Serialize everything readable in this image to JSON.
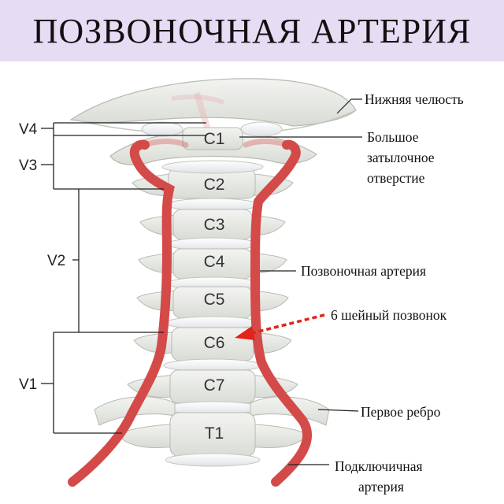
{
  "title": "ПОЗВОНОЧНАЯ АРТЕРИЯ",
  "vertebrae": [
    "C1",
    "C2",
    "C3",
    "C4",
    "C5",
    "C6",
    "C7",
    "T1"
  ],
  "segments": {
    "v4": "V4",
    "v3": "V3",
    "v2": "V2",
    "v1": "V1"
  },
  "annotations": {
    "mandible": "Нижняя челюсть",
    "foramen_1": "Большое",
    "foramen_2": "затылочное",
    "foramen_3": "отверстие",
    "vertebral_artery": "Позвоночная артерия",
    "sixth_vertebra": "6 шейный позвонок",
    "first_rib": "Первое ребро",
    "subclavian_1": "Подключичная",
    "subclavian_2": "артерия"
  },
  "colors": {
    "banner": "#e6dcf4",
    "bone": "#e9ebe6",
    "bone_shadow": "#c9ccc4",
    "artery": "#d34a48",
    "arrow": "#e2231a",
    "line": "#222222"
  }
}
